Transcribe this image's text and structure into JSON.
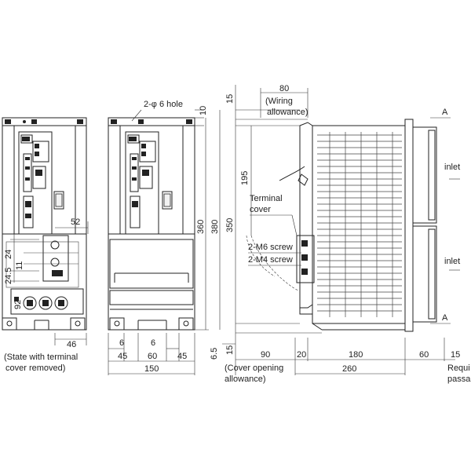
{
  "dims": {
    "top_15": "15",
    "top_80": "80",
    "wiring": [
      "(Wiring",
      "allowance)"
    ],
    "hole_note": "2-φ 6 hole",
    "h_10": "10",
    "h_195": "195",
    "h_360": "360",
    "h_350": "350",
    "h_380": "380",
    "h_6_5": "6.5",
    "h_15_bottom": "15",
    "h_52": "52",
    "h_24": "24",
    "h_24_5": "24.5",
    "h_11": "11",
    "h_92": "92",
    "h_46": "46",
    "h_6a": "6",
    "h_6b": "6",
    "w_45a": "45",
    "w_60": "60",
    "w_45b": "45",
    "w_150": "150",
    "w_90": "90",
    "w_20": "20",
    "w_180": "180",
    "w_60r": "60",
    "w_15r": "15",
    "w_260": "260",
    "cover_opening": [
      "(Cover opening",
      "allowance)"
    ],
    "required_passage": [
      "Requi",
      "passa"
    ],
    "terminal_cover": [
      "Terminal",
      "cover"
    ],
    "m6_screw": "2-M6 screw",
    "m4_screw": "2-M4 screw",
    "inlet_top": "inlet",
    "inlet_bottom": "inlet",
    "arrow_a_top": "A",
    "arrow_a_bottom": "A",
    "state_note": [
      "(State with terminal",
      "cover removed)"
    ]
  }
}
